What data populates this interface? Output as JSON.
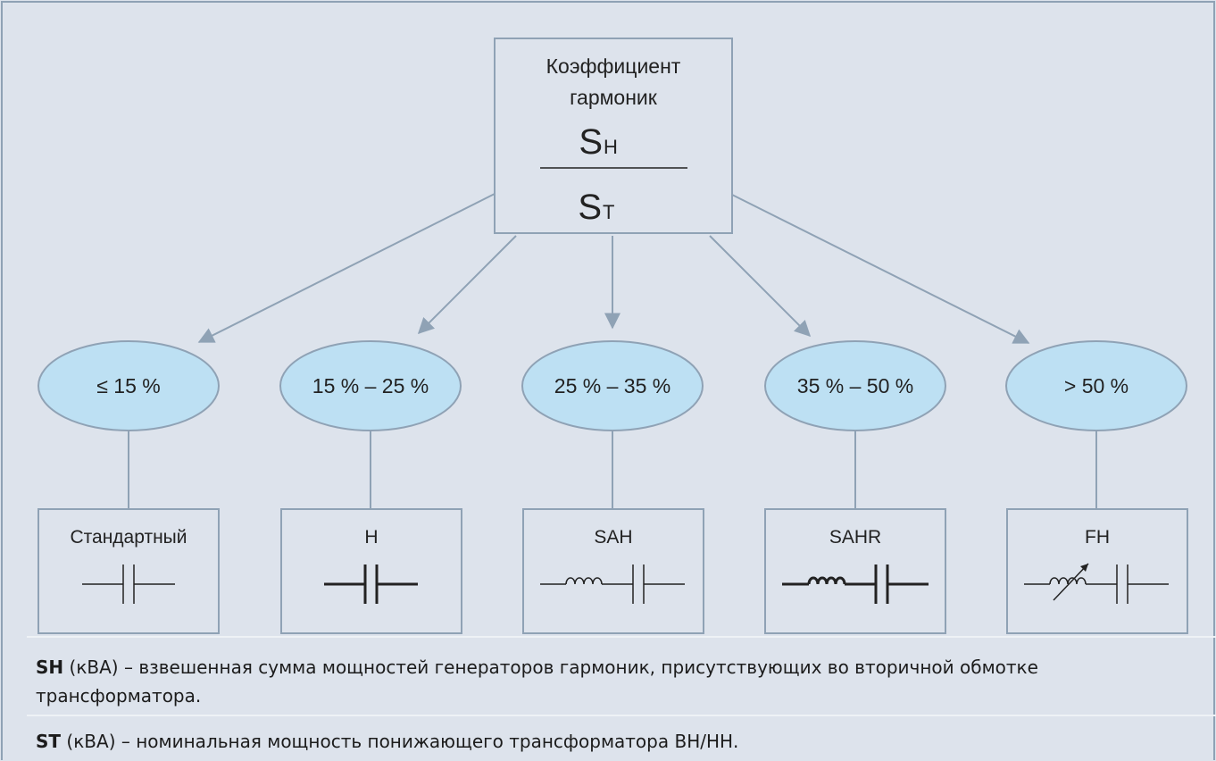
{
  "root": {
    "title_line1": "Коэффициент",
    "title_line2": "гармоник",
    "numerator": "S",
    "numerator_sub": "H",
    "denominator": "S",
    "denominator_sub": "T"
  },
  "categories": [
    {
      "range": "≤ 15 %",
      "type": "Стандартный",
      "symbol": "capacitor"
    },
    {
      "range": "15 % – 25 %",
      "type": "H",
      "symbol": "capacitor-bold"
    },
    {
      "range": "25 % – 35 %",
      "type": "SAH",
      "symbol": "inductor-capacitor"
    },
    {
      "range": "35 % – 50 %",
      "type": "SAHR",
      "symbol": "inductor-capacitor-bold"
    },
    {
      "range": "> 50 %",
      "type": "FH",
      "symbol": "variable-inductor-capacitor"
    }
  ],
  "notes": [
    {
      "term": "SH",
      "text": " (кВА) – взвешенная сумма мощностей генераторов гармоник, присутствующих во вторичной обмотке трансформатора."
    },
    {
      "term": "ST",
      "text": " (кВА) – номинальная мощность понижающего трансформатора ВН/НН."
    }
  ],
  "colors": {
    "background": "#dde3ec",
    "ellipse_fill": "#bde0f3",
    "stroke": "#8fa2b5",
    "symbol": "#222222"
  }
}
